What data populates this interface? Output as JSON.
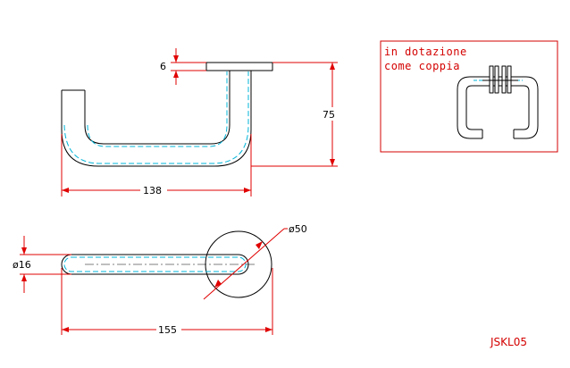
{
  "colors": {
    "outline": "#000000",
    "dimension": "#e00000",
    "hidden_line": "#00b4d8",
    "note": "#d40000"
  },
  "note": {
    "line1": "in dotazione",
    "line2": "come coppia"
  },
  "dimensions": {
    "rosette_thickness": "6",
    "height": "75",
    "top_length": "138",
    "grip_diameter": "ø16",
    "rosette_diameter": "ø50",
    "total_length": "155"
  },
  "product_code": "JSKL05",
  "icons": [
    "handle-pair-icon"
  ]
}
